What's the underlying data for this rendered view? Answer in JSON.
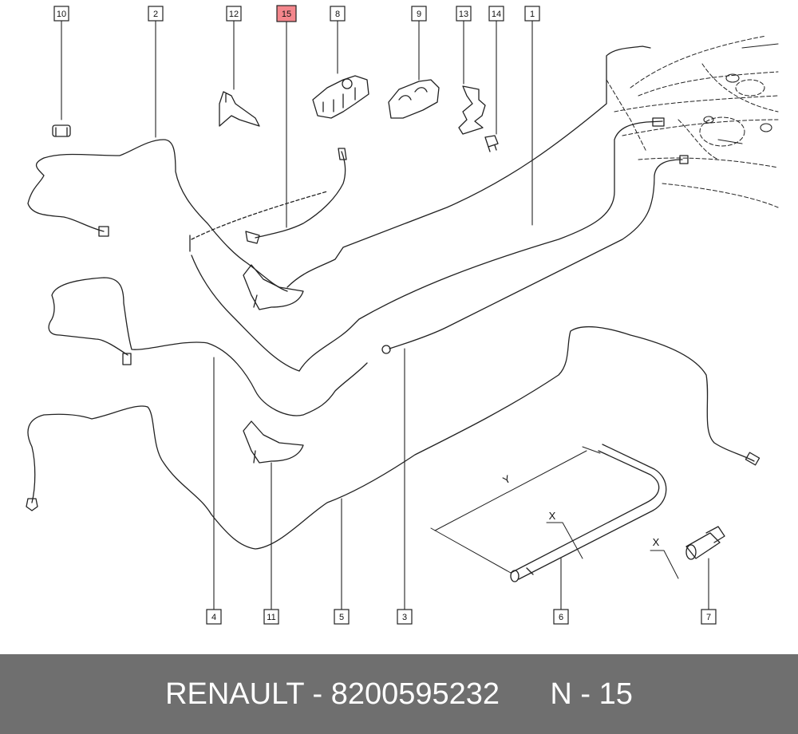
{
  "callouts": {
    "c1": "1",
    "c2": "2",
    "c3": "3",
    "c4": "4",
    "c5": "5",
    "c6": "6",
    "c7": "7",
    "c8": "8",
    "c9": "9",
    "c10": "10",
    "c11": "11",
    "c12": "12",
    "c13": "13",
    "c14": "14",
    "c15": "15"
  },
  "highlight_callout": "15",
  "highlight_color": "#f4868c",
  "dimensions": {
    "length": "Y",
    "diameter_pipe": "X",
    "diameter_union": "X"
  },
  "footer": {
    "brand": "RENAULT",
    "separator": " - ",
    "part_number": "8200595232",
    "ref": "N - 15"
  }
}
